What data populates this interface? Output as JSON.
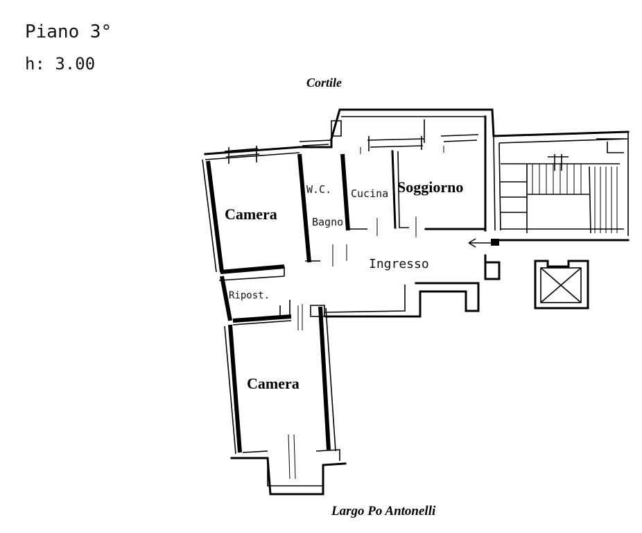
{
  "header": {
    "floor": "Piano 3°",
    "height": "h: 3.00"
  },
  "orientation": {
    "top": "Cortile",
    "bottom": "Largo Po Antonelli"
  },
  "rooms": {
    "camera_top": "Camera",
    "wc": "W.C.",
    "bagno": "Bagno",
    "cucina": "Cucina",
    "soggiorno": "Soggiorno",
    "ingresso": "Ingresso",
    "ripostiglio": "Ripost.",
    "camera_bottom": "Camera"
  }
}
